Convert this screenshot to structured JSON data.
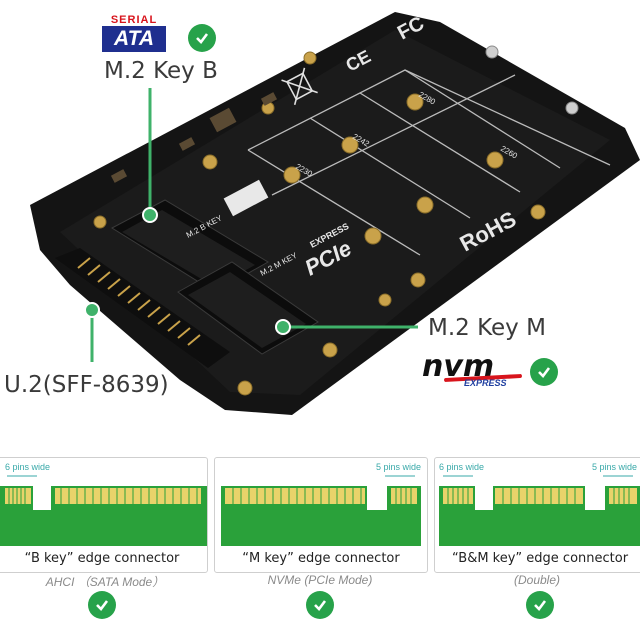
{
  "logos": {
    "serial_ata_top": "SERIAL",
    "serial_ata_main": "ATA",
    "nvm_main": "nvm",
    "nvm_sub": "EXPRESS"
  },
  "callouts": {
    "key_b": "M.2 Key B",
    "key_m": "M.2 Key M",
    "u2": "U.2(SFF-8639)"
  },
  "board": {
    "rohs": "RoHS",
    "pcie_mark": "PCIe",
    "express_mark": "EXPRESS",
    "key_b_slot_label": "M.2 B KEY",
    "key_m_slot_label": "M.2 M KEY",
    "sizes": [
      "2280",
      "2260",
      "2242",
      "2230"
    ]
  },
  "connectors": [
    {
      "left_pins": "6 pins wide",
      "right_pins": "",
      "label": "“B key”  edge connector",
      "mode": "AHCI （SATA Mode）"
    },
    {
      "left_pins": "",
      "right_pins": "5 pins wide",
      "label": "“M key”  edge connector",
      "mode": "NVMe (PCIe Mode)"
    },
    {
      "left_pins": "6 pins wide",
      "right_pins": "5 pins wide",
      "label": "“B&M key”  edge connector",
      "mode": "(Double)"
    }
  ],
  "colors": {
    "pcb": "#141414",
    "gold": "#c9a24a",
    "connector_green": "#2aa13a",
    "callout_line": "#3fb26a",
    "check_green": "#27a24a",
    "pin_label_teal": "#39a9a9"
  },
  "icons": [
    "check-circle-icon",
    "nvm-express-logo",
    "serial-ata-logo",
    "fcc-mark",
    "ce-mark",
    "weee-bin-icon"
  ]
}
